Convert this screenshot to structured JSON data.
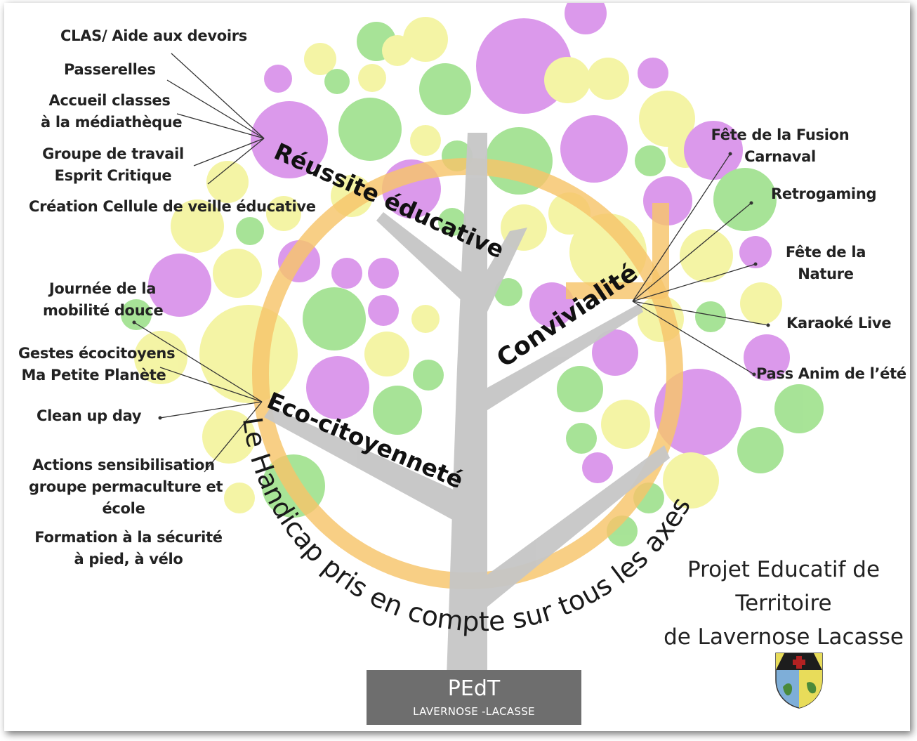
{
  "axes": {
    "reussite": "Réussite éducative",
    "convivialite": "Convivialité",
    "eco": "Eco-citoyenneté"
  },
  "arc_caption": "Le Handicap pris en compte sur tous les axes",
  "labels_left_top": [
    [
      "CLAS/ Aide aux devoirs"
    ],
    [
      "Passerelles"
    ],
    [
      "Accueil classes",
      "à la médiathèque"
    ],
    [
      "Groupe de travail",
      "Esprit Critique"
    ],
    [
      "Création Cellule de veille éducative"
    ]
  ],
  "labels_left_bottom": [
    [
      "Journée de la",
      "mobilité douce"
    ],
    [
      "Gestes écocitoyens",
      "Ma Petite Planète"
    ],
    [
      "Clean up day"
    ],
    [
      "Actions sensibilisation",
      "groupe permaculture et",
      "école"
    ],
    [
      "Formation à la sécurité",
      "à pied, à vélo"
    ]
  ],
  "labels_right": [
    [
      "Fête de la Fusion",
      "Carnaval"
    ],
    [
      "Retrogaming"
    ],
    [
      "Fête de la",
      "Nature"
    ],
    [
      "Karaoké Live"
    ],
    [
      "Pass Anim de l’été"
    ]
  ],
  "title": [
    "Projet Educatif de",
    "Territoire",
    "de Lavernose Lacasse"
  ],
  "pedt": {
    "main": "PEdT",
    "sub": "LAVERNOSE -LACASSE"
  },
  "crest_icon": "coat-of-arms-icon",
  "colors": {
    "purple": "#d27de6",
    "green": "#8fdc7a",
    "yellow": "#f1f28c",
    "trunk": "#c6c6c6",
    "ring": "#f6c46a",
    "box": "#6e6e6e"
  }
}
